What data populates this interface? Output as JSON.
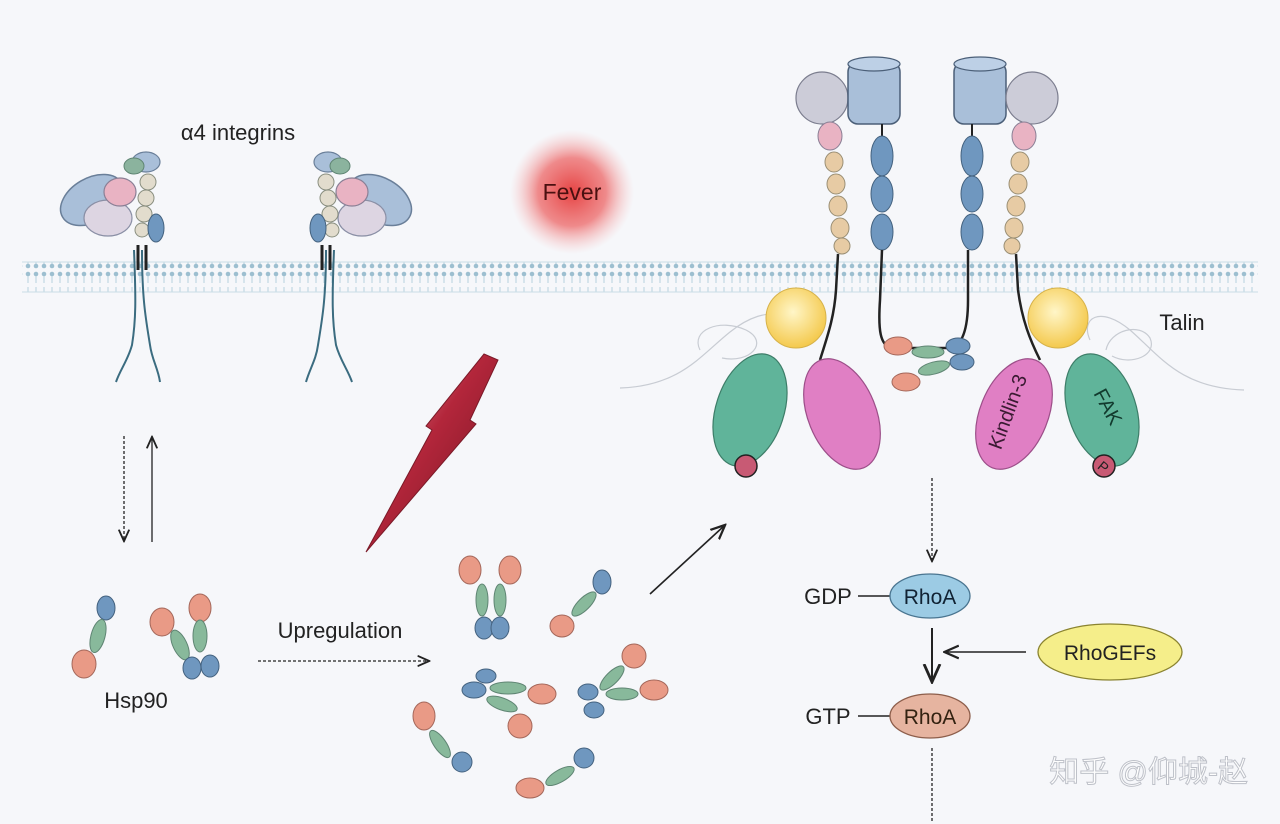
{
  "labels": {
    "integrins": "α4 integrins",
    "fever": "Fever",
    "talin": "Talin",
    "kindlin": "Kindlin-3",
    "fak": "FAK",
    "fak_p": "P",
    "hsp90": "Hsp90",
    "upregulation": "Upregulation",
    "gdp": "GDP",
    "gtp": "GTP",
    "rhoa_gdp": "RhoA",
    "rhoa_gtp": "RhoA",
    "rhogefs": "RhoGEFs",
    "watermark": "知乎 @仰城-赵"
  },
  "colors": {
    "membrane": "#bcd6e3",
    "head_blue": "#a9bfd9",
    "head_grey": "#ccccd8",
    "pink_light": "#e9b3c3",
    "orange": "#e99a86",
    "green": "#88b99b",
    "blue": "#6f97bf",
    "teal": "#60b49a",
    "magenta": "#e07fc4",
    "talin_yellow": "#f6d46a",
    "rhoa_gdp": "#9ccbe4",
    "rhoa_gtp": "#e6b4a0",
    "rhogefs": "#f5ee8a",
    "fever": "#e53a3a",
    "lightning": "#a62034"
  }
}
